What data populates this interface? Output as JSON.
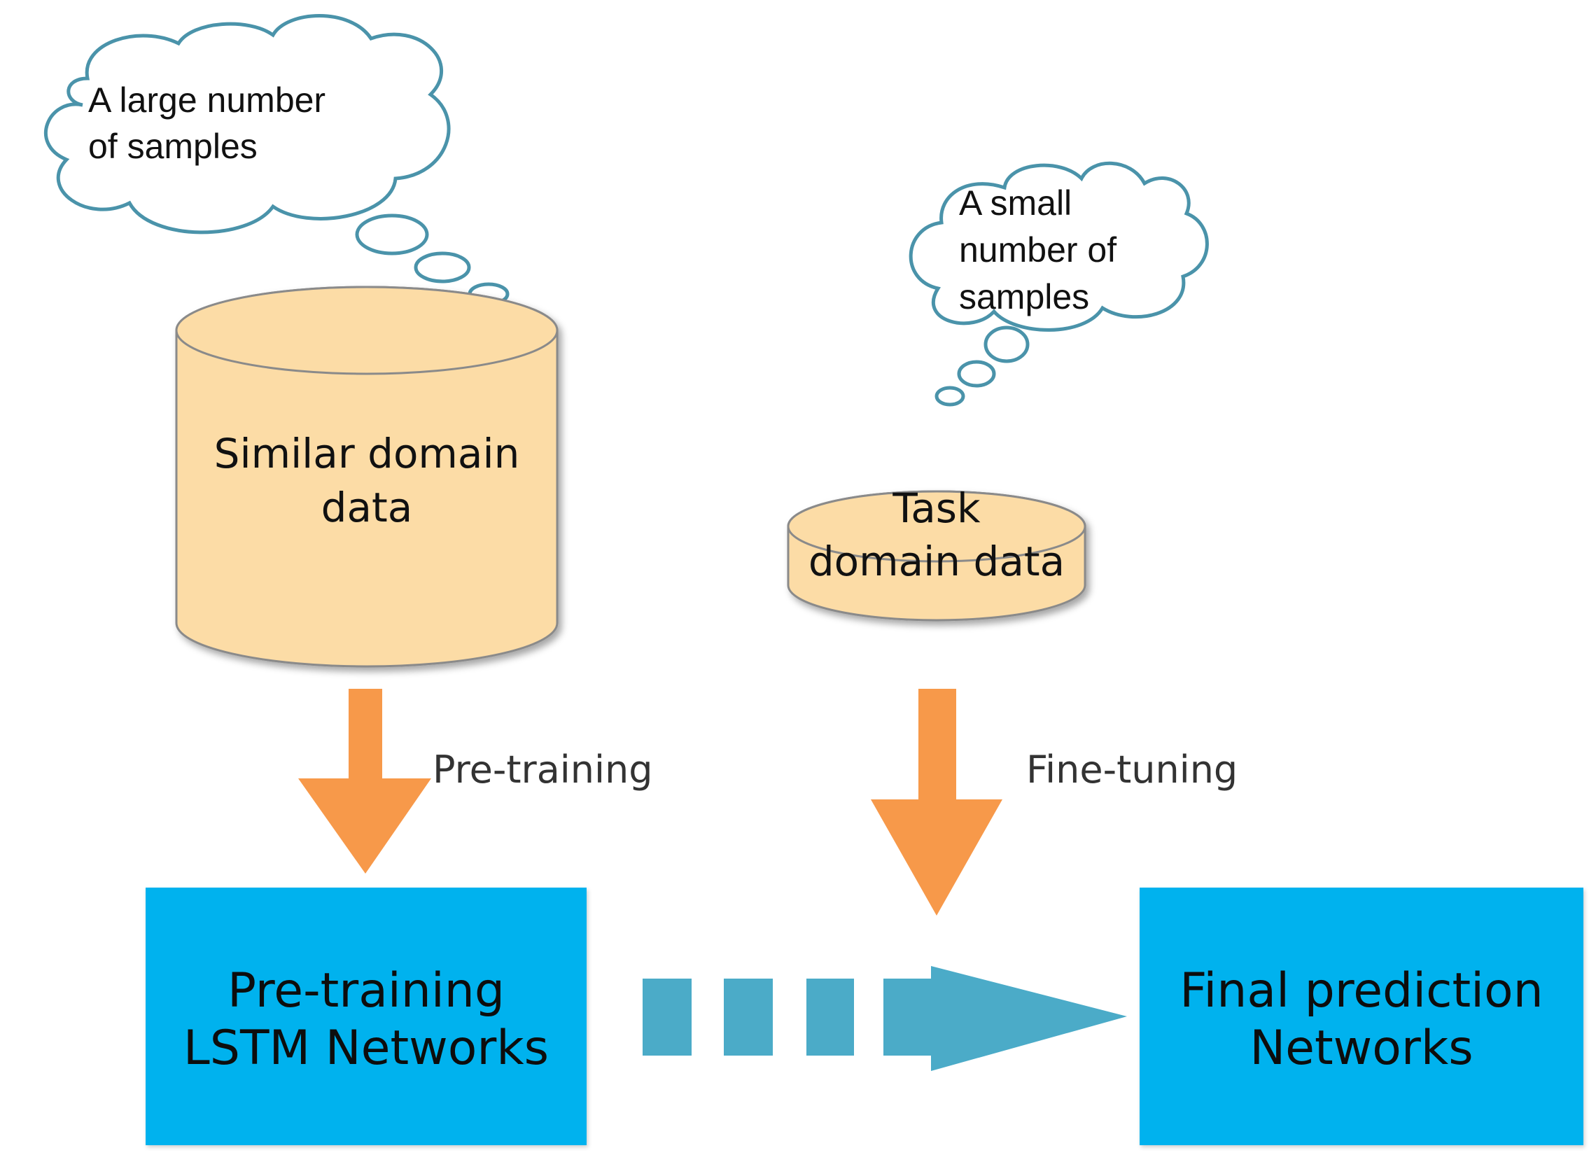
{
  "clouds": {
    "large": {
      "line1": "A large number",
      "line2": "of samples"
    },
    "small": {
      "line1": "A small",
      "line2": "number of",
      "line3": "samples"
    }
  },
  "databases": {
    "similar": {
      "line1": "Similar domain",
      "line2": "data"
    },
    "task": {
      "line1": "Task",
      "line2": "domain data"
    }
  },
  "arrows": {
    "pretraining_label": "Pre-training",
    "finetuning_label": "Fine-tuning"
  },
  "boxes": {
    "pretraining": {
      "line1": "Pre-training",
      "line2": "LSTM Networks"
    },
    "final": {
      "line1": "Final prediction",
      "line2": "Networks"
    }
  },
  "colors": {
    "cylinder_fill": "#fcdca6",
    "cylinder_stroke": "#8a8a8a",
    "cloud_stroke": "#4a93aa",
    "arrow_orange": "#f7994a",
    "box_blue": "#00b2ee",
    "dashed_arrow": "#4babc8"
  }
}
